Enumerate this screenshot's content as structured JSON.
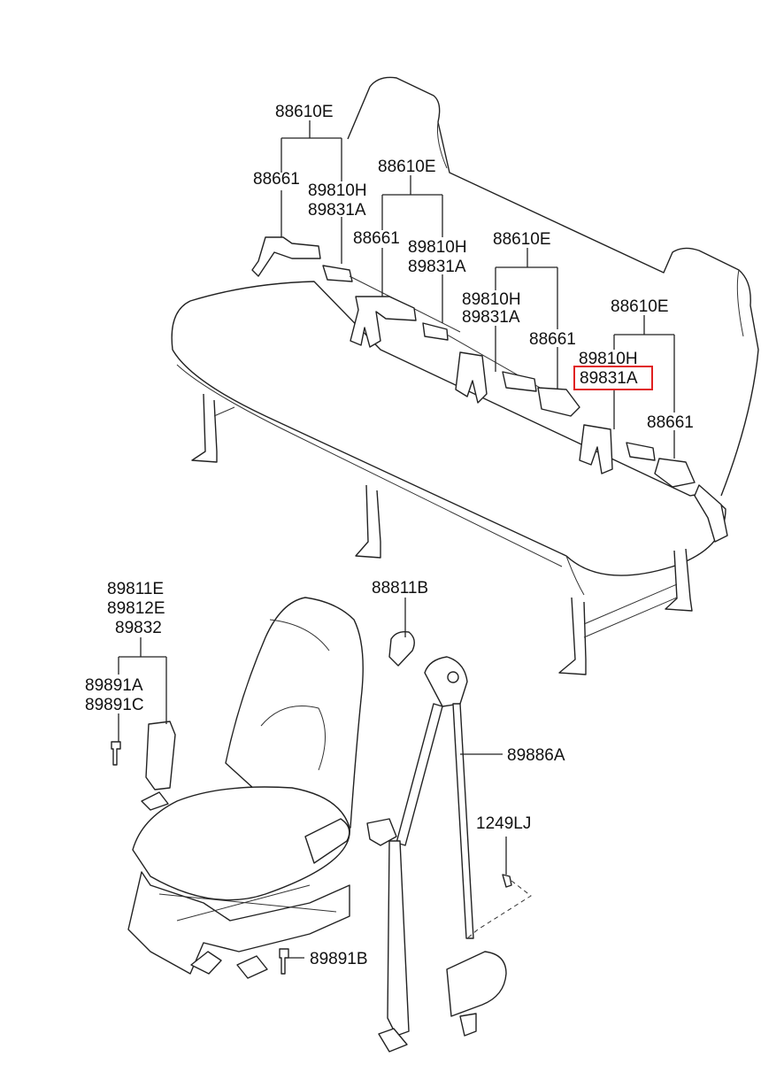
{
  "labels": {
    "rear": {
      "g1_assy": "88610E",
      "g1_buckle": "88661",
      "g1_tongue": "89810H",
      "g1_tongue2": "89831A",
      "g2_assy": "88610E",
      "g2_buckle": "88661",
      "g2_tongue": "89810H",
      "g2_tongue2": "89831A",
      "g3_assy": "88610E",
      "g3_tongue": "89810H",
      "g3_tongue2": "89831A",
      "g3_buckle": "88661",
      "g4_assy": "88610E",
      "g4_tongue": "89810H",
      "g4_tongue2": "89831A",
      "g4_buckle": "88661"
    },
    "front": {
      "buckle1": "89811E",
      "buckle2": "89812E",
      "buckle3": "89832",
      "bolt1": "89891A",
      "bolt2": "89891C",
      "cover": "88811B",
      "belt": "89886A",
      "screw": "1249LJ",
      "bolt3": "89891B"
    }
  },
  "highlight": {
    "color": "#e02020",
    "target": "89831A"
  }
}
